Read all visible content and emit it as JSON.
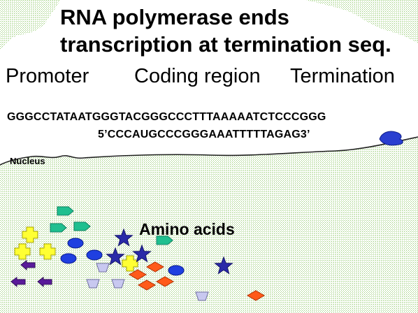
{
  "title": {
    "line1": "RNA polymerase ends",
    "line2": "transcription at termination seq."
  },
  "regions": {
    "promoter": "Promoter",
    "coding": "Coding region",
    "termination": "Termination"
  },
  "dna_sequence": "GGGCCTATAATGGGTACGGGCCCTTTAAAAATCTCCCGGG",
  "rna_transcript": "5’CCCAUGCCCGGGAAATTTTTAGAG3’",
  "nucleus_label": "Nucleus",
  "amino_acids_label": "Amino acids",
  "colors": {
    "cytoplasm_stipple": "#9fd07f",
    "polymerase": "#2a3fd0",
    "green_pentagon": "#1fbf8f",
    "yellow_cross": "#ffff33",
    "blue_oval": "#1f3fe0",
    "blue_star": "#2a2aa8",
    "orange_diamond": "#ff5a1a",
    "purple_arrow": "#5a1a9a",
    "lavender_trapezoid": "#c8c8f0"
  },
  "icons": [
    "rna-polymerase-blob-icon",
    "pentagon-arrow-icon",
    "cross-icon",
    "oval-icon",
    "star-icon",
    "diamond-icon",
    "left-arrow-icon",
    "trapezoid-icon"
  ]
}
